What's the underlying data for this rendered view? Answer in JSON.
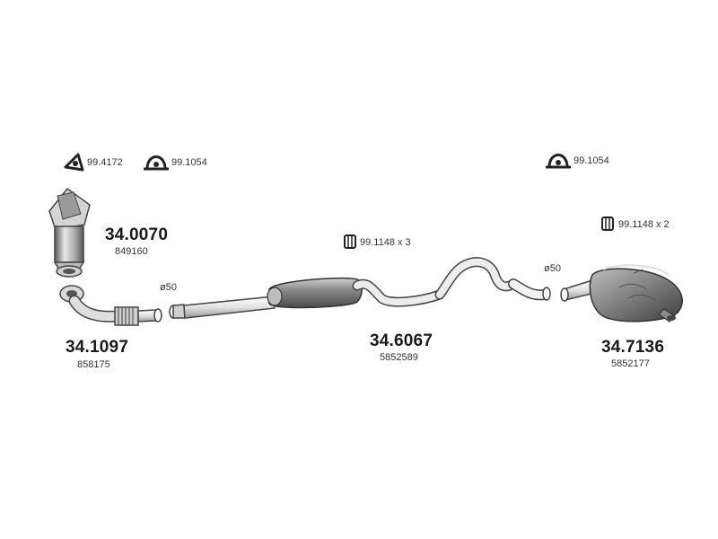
{
  "accessories": [
    {
      "id": "acc-1",
      "code": "99.4172",
      "icon": "triangle-gasket-icon"
    },
    {
      "id": "acc-2",
      "code": "99.1054",
      "icon": "clamp-icon"
    },
    {
      "id": "acc-3",
      "code": "99.1148 x 3",
      "icon": "bracket-icon"
    },
    {
      "id": "acc-4",
      "code": "99.1054",
      "icon": "clamp-icon"
    },
    {
      "id": "acc-5",
      "code": "99.1148 x 2",
      "icon": "bracket-icon"
    }
  ],
  "parts": [
    {
      "id": "catalyst",
      "number": "34.0070",
      "oe": "849160"
    },
    {
      "id": "front-pipe",
      "number": "34.1097",
      "oe": "858175"
    },
    {
      "id": "middle-silencer",
      "number": "34.6067",
      "oe": "5852589"
    },
    {
      "id": "rear-silencer",
      "number": "34.7136",
      "oe": "5852177"
    }
  ],
  "diameters": {
    "front": "ø50",
    "rear": "ø50"
  },
  "colors": {
    "metal_light": "#e6e6e6",
    "metal_mid": "#a9a9a9",
    "metal_dark": "#5a5a5a",
    "outline": "#444444"
  }
}
